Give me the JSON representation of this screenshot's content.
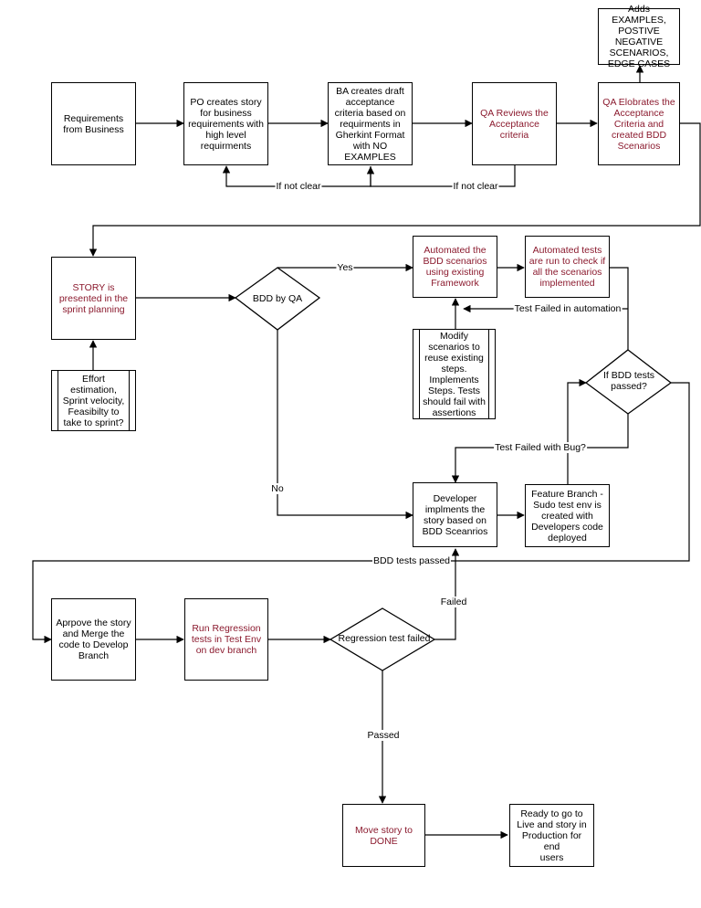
{
  "nodes": {
    "requirements": "Requirements\nfrom Business",
    "po_story": "PO creates story\nfor business\nrequirements with\nhigh level\nrequirments",
    "ba_draft": "BA creates draft\nacceptance\ncriteria based on\nrequirments in\nGherkint Format\nwith NO\nEXAMPLES",
    "qa_reviews": "QA Reviews the\nAcceptance\ncriteria",
    "qa_elaborates": "QA Elobrates the\nAcceptance\nCriteria and\ncreated BDD\nScenarios",
    "adds_examples": "Adds EXAMPLES,\nPOSTIVE\nNEGATIVE\nSCENARIOS,\nEDGE CASES",
    "story_sprint": "STORY is\npresented in the\nsprint planning",
    "effort": "Effort\nestimation,\nSprint velocity,\nFeasibilty to\ntake to sprint?",
    "bdd_by_qa": "BDD by QA",
    "automated_bdd": "Automated the\nBDD scenarios\nusing existing\nFramework",
    "automated_tests": "Automated tests\nare run to check if\nall the scenarios\nimplemented",
    "modify_scenarios": "Modify\nscenarios to\nreuse existing\nsteps.\nImplements\nSteps. Tests\nshould fail with\nassertions",
    "if_bdd_passed": "If BDD tests\npassed?",
    "developer": "Developer\nimplments the\nstory based on\nBDD Sceanrios",
    "feature_branch": "Feature Branch -\nSudo test env is\ncreated with\nDevelopers code\ndeployed",
    "approve_merge": "Aprpove the story\nand Merge the\ncode to Develop\nBranch",
    "run_regression": "Run Regression\ntests in Test Env\non dev branch",
    "regression_failed": "Regression test failed",
    "move_done": "Move story to\nDONE",
    "ready_live": "Ready to go to\nLive and story in\nProduction for end\nusers"
  },
  "edge_labels": {
    "if_not_clear_1": "If not clear",
    "if_not_clear_2": "If not clear",
    "yes": "Yes",
    "no": "No",
    "test_failed_automation": "Test Failed in automation",
    "test_failed_bug": "Test Failed with Bug?",
    "bdd_tests_passed": "BDD tests passed",
    "failed": "Failed",
    "passed": "Passed"
  },
  "colors": {
    "accent_text": "#8b1a2e",
    "line": "#000000"
  }
}
